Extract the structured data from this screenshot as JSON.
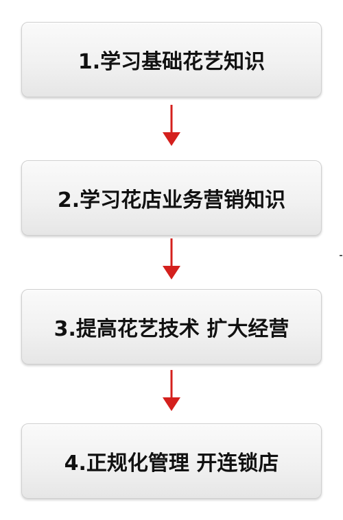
{
  "steps": [
    {
      "label": "1.学习基础花艺知识"
    },
    {
      "label": "2.学习花店业务营销知识"
    },
    {
      "label": "3.提高花艺技术 扩大经营"
    },
    {
      "label": "4.正规化管理 开连锁店"
    }
  ],
  "colors": {
    "arrow": "#d4201d",
    "box_border": "#cfcfcf",
    "text": "#111111"
  }
}
